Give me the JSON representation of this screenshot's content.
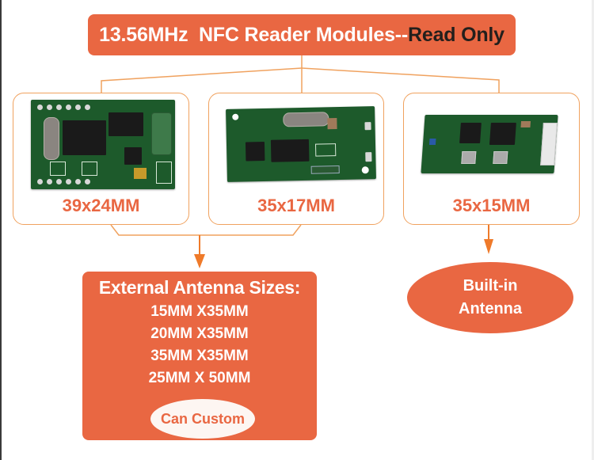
{
  "title": {
    "main": "13.56MHz  NFC Reader Modules--",
    "emphasis": "Read Only"
  },
  "modules": [
    {
      "size_label": "39x24MM",
      "image": "pcb-module-39x24",
      "antenna_type": "external"
    },
    {
      "size_label": "35x17MM",
      "image": "pcb-module-35x17",
      "antenna_type": "external"
    },
    {
      "size_label": "35x15MM",
      "image": "pcb-module-35x15",
      "antenna_type": "built-in"
    }
  ],
  "external_antenna": {
    "heading": "External Antenna Sizes:",
    "sizes": [
      "15MM X35MM",
      "20MM X35MM",
      "35MM X35MM",
      "25MM X 50MM"
    ],
    "custom_label": "Can Custom"
  },
  "builtin_antenna": {
    "line1": "Built-in",
    "line2": "Antenna"
  },
  "colors": {
    "accent": "#e96742",
    "connector": "#f0a25f",
    "arrow": "#ef7a2a",
    "title_emphasis": "#231f1c"
  }
}
